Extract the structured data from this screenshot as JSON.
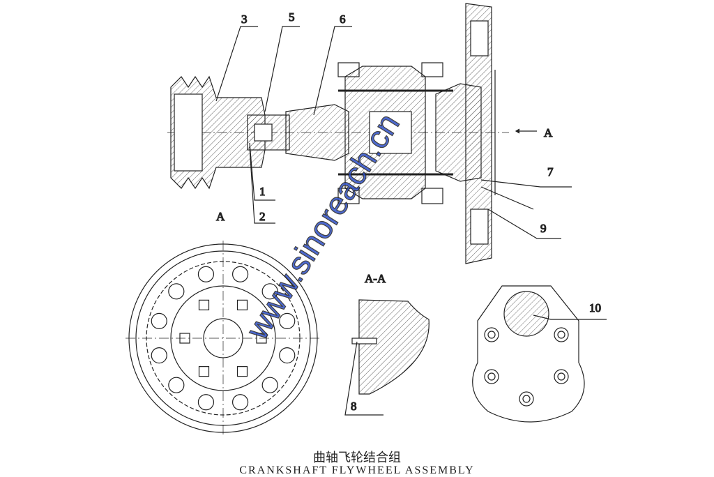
{
  "drawing": {
    "labels": {
      "p1": "1",
      "p2": "2",
      "p3": "3",
      "p5": "5",
      "p6": "6",
      "p7": "7",
      "p8": "8",
      "p9": "9",
      "p10": "10",
      "view_arrow": "A",
      "view_a": "A",
      "section_aa": "A-A"
    },
    "watermark": "www.sinoreach.cn",
    "caption_cn": "曲轴飞轮结合组",
    "caption_en": "CRANKSHAFT FLYWHEEL ASSEMBLY"
  }
}
